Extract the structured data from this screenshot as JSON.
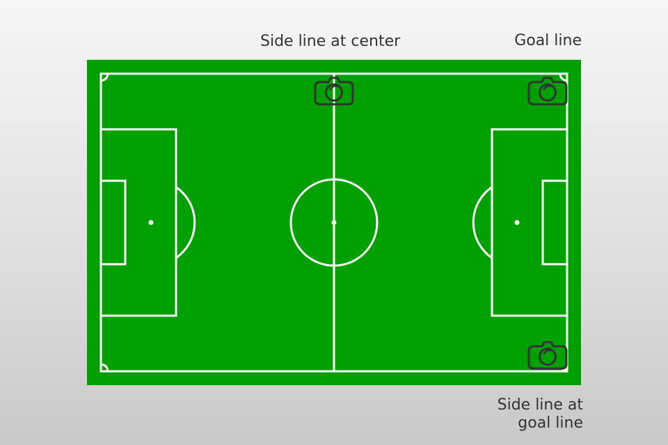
{
  "labels": {
    "side_line_center": "Side line at center",
    "goal_line": "Goal line",
    "side_line_goal_line": [
      "Side line at",
      "goal line"
    ]
  },
  "colors": {
    "pitch": "#00a000",
    "lines": "#ffffff",
    "camera": "#333333"
  },
  "camera_positions": [
    "Side line at center",
    "Goal line",
    "Side line at goal line"
  ],
  "icons": [
    "camera-icon"
  ]
}
